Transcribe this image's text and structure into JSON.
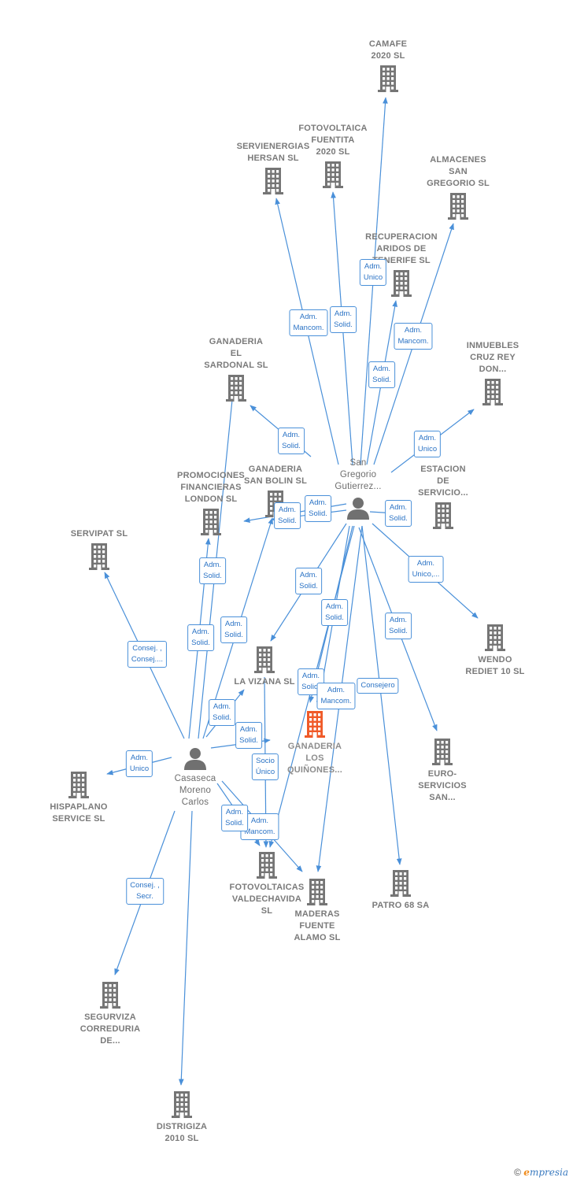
{
  "colors": {
    "edge": "#4a90d9",
    "building": "#757575",
    "building_focus": "#f05a28",
    "person": "#707070",
    "tag_border": "#4a90d9",
    "tag_text": "#2b73c5"
  },
  "nodes": [
    {
      "id": "camafe",
      "label": "CAMAFE\n2020  SL",
      "kind": "building"
    },
    {
      "id": "fotovoltaica_fuentita",
      "label": "FOTOVOLTAICA\nFUENTITA\n2020  SL",
      "kind": "building"
    },
    {
      "id": "servienergias",
      "label": "SERVIENERGIAS\nHERSAN SL",
      "kind": "building"
    },
    {
      "id": "almacenes",
      "label": "ALMACENES\nSAN\nGREGORIO SL",
      "kind": "building"
    },
    {
      "id": "recuperacion",
      "label": "RECUPERACION\nARIDOS DE\nTENERIFE SL",
      "kind": "building"
    },
    {
      "id": "inmuebles",
      "label": "INMUEBLES\nCRUZ REY\nDON...",
      "kind": "building"
    },
    {
      "id": "sardonal",
      "label": "GANADERIA\nEL\nSARDONAL  SL",
      "kind": "building"
    },
    {
      "id": "estacion",
      "label": "ESTACION\nDE\nSERVICIO...",
      "kind": "building"
    },
    {
      "id": "sanbolin",
      "label": "GANADERIA\nSAN BOLIN  SL",
      "kind": "building"
    },
    {
      "id": "promociones",
      "label": "PROMOCIONES\nFINANCIERAS\nLONDON  SL",
      "kind": "building"
    },
    {
      "id": "servipat",
      "label": "SERVIPAT SL",
      "kind": "building"
    },
    {
      "id": "wendo",
      "label": "WENDO\nREDIET 10  SL",
      "kind": "building"
    },
    {
      "id": "lavizana",
      "label": "LA VIZANA  SL",
      "kind": "building"
    },
    {
      "id": "quinones",
      "label": "GANADERIA\nLOS\nQUIÑONES...",
      "kind": "focus"
    },
    {
      "id": "euro",
      "label": "EURO-\nSERVICIOS\nSAN...",
      "kind": "building"
    },
    {
      "id": "hispaplano",
      "label": "HISPAPLANO\nSERVICE  SL",
      "kind": "building"
    },
    {
      "id": "fotovoltaicas_valdechavida",
      "label": "FOTOVOLTAICAS\nVALDECHAVIDA\nSL",
      "kind": "building"
    },
    {
      "id": "maderas",
      "label": "MADERAS\nFUENTE\nALAMO SL",
      "kind": "building"
    },
    {
      "id": "patro",
      "label": "PATRO 68 SA",
      "kind": "building"
    },
    {
      "id": "segurviza",
      "label": "SEGURVIZA\nCORREDURIA\nDE...",
      "kind": "building"
    },
    {
      "id": "distrigiza",
      "label": "DISTRIGIZA\n2010 SL",
      "kind": "building"
    },
    {
      "id": "sangregorio",
      "label": "San\nGregorio\nGutierrez...",
      "kind": "person"
    },
    {
      "id": "casaseca",
      "label": "Casaseca\nMoreno\nCarlos",
      "kind": "person"
    }
  ],
  "relations": [
    {
      "label": "Adm.\nUnico"
    },
    {
      "label": "Adm.\nMancom."
    },
    {
      "label": "Adm.\nSolid."
    },
    {
      "label": "Adm.\nMancom."
    },
    {
      "label": "Adm.\nSolid."
    },
    {
      "label": "Adm.\nSolid."
    },
    {
      "label": "Adm.\nUnico"
    },
    {
      "label": "Adm.\nSolid."
    },
    {
      "label": "Adm.\nSolid."
    },
    {
      "label": "Adm.\nSolid."
    },
    {
      "label": "Adm.\nUnico,..."
    },
    {
      "label": "Adm.\nSolid."
    },
    {
      "label": "Adm.\nSolid."
    },
    {
      "label": "Adm.\nSolid."
    },
    {
      "label": "Adm.\nSolid."
    },
    {
      "label": "Adm.\nMancom."
    },
    {
      "label": "Consejero"
    },
    {
      "label": "Adm.\nSolid."
    },
    {
      "label": "Adm.\nSolid."
    },
    {
      "label": "Adm.\nSolid."
    },
    {
      "label": "Consej. ,\nConsej...."
    },
    {
      "label": "Adm.\nSolid."
    },
    {
      "label": "Adm.\nSolid."
    },
    {
      "label": "Adm.\nUnico"
    },
    {
      "label": "Socio\nÚnico"
    },
    {
      "label": "Adm.\nSolid."
    },
    {
      "label": "Adm.\nMancom."
    },
    {
      "label": "Adm.\nSolid."
    },
    {
      "label": "Consej. ,\nSecr."
    }
  ],
  "footer": {
    "copyright": "©",
    "brand_initial": "e",
    "brand_rest": "mpresia"
  }
}
